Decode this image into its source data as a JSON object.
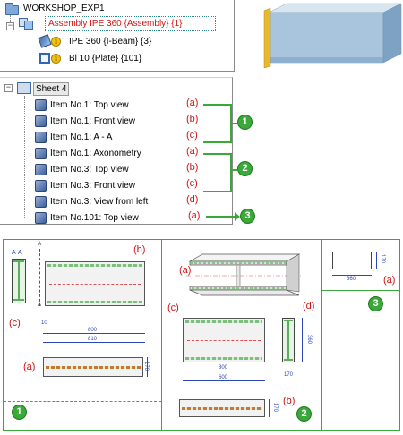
{
  "tree_top": {
    "root_label": "WORKSHOP_EXP1",
    "assembly_label": "Assembly IPE 360 {Assembly} {1}",
    "beam_label": "IPE 360 {I-Beam} {3}",
    "plate_label": "Bl 10 {Plate} {101}",
    "info_glyph": "i"
  },
  "tree_sheet": {
    "sheet_label": "Sheet 4",
    "items": [
      {
        "label": "Item No.1: Top view",
        "letter": "(a)"
      },
      {
        "label": "Item No.1: Front view",
        "letter": "(b)"
      },
      {
        "label": "Item No.1: A - A",
        "letter": "(c)"
      },
      {
        "label": "Item No.1: Axonometry",
        "letter": "(a)"
      },
      {
        "label": "Item No.3: Top view",
        "letter": "(b)"
      },
      {
        "label": "Item No.3: Front view",
        "letter": "(c)"
      },
      {
        "label": "Item No.3: View from left",
        "letter": "(d)"
      },
      {
        "label": "Item No.101: Top view",
        "letter": "(a)"
      }
    ],
    "groups": [
      "1",
      "2",
      "3"
    ]
  },
  "drawing": {
    "section_label": "A-A",
    "section_marker": "A",
    "panel1": {
      "letter_b": "(b)",
      "letter_c": "(c)",
      "letter_a": "(a)",
      "dim_10": "10",
      "dim_800": "800",
      "dim_810": "810",
      "dim_170": "170",
      "group": "1"
    },
    "panel2": {
      "letter_a": "(a)",
      "letter_c": "(c)",
      "letter_d": "(d)",
      "letter_b": "(b)",
      "dim_800": "800",
      "dim_600": "600",
      "dim_360": "360",
      "dim_170": "170",
      "dim_170b": "170",
      "group": "2"
    },
    "panel3": {
      "letter_a": "(a)",
      "dim_360": "360",
      "dim_170": "170",
      "group": "3"
    }
  },
  "colors": {
    "green": "#3aa93a",
    "red": "#d21313",
    "blue": "#2a46b8"
  }
}
